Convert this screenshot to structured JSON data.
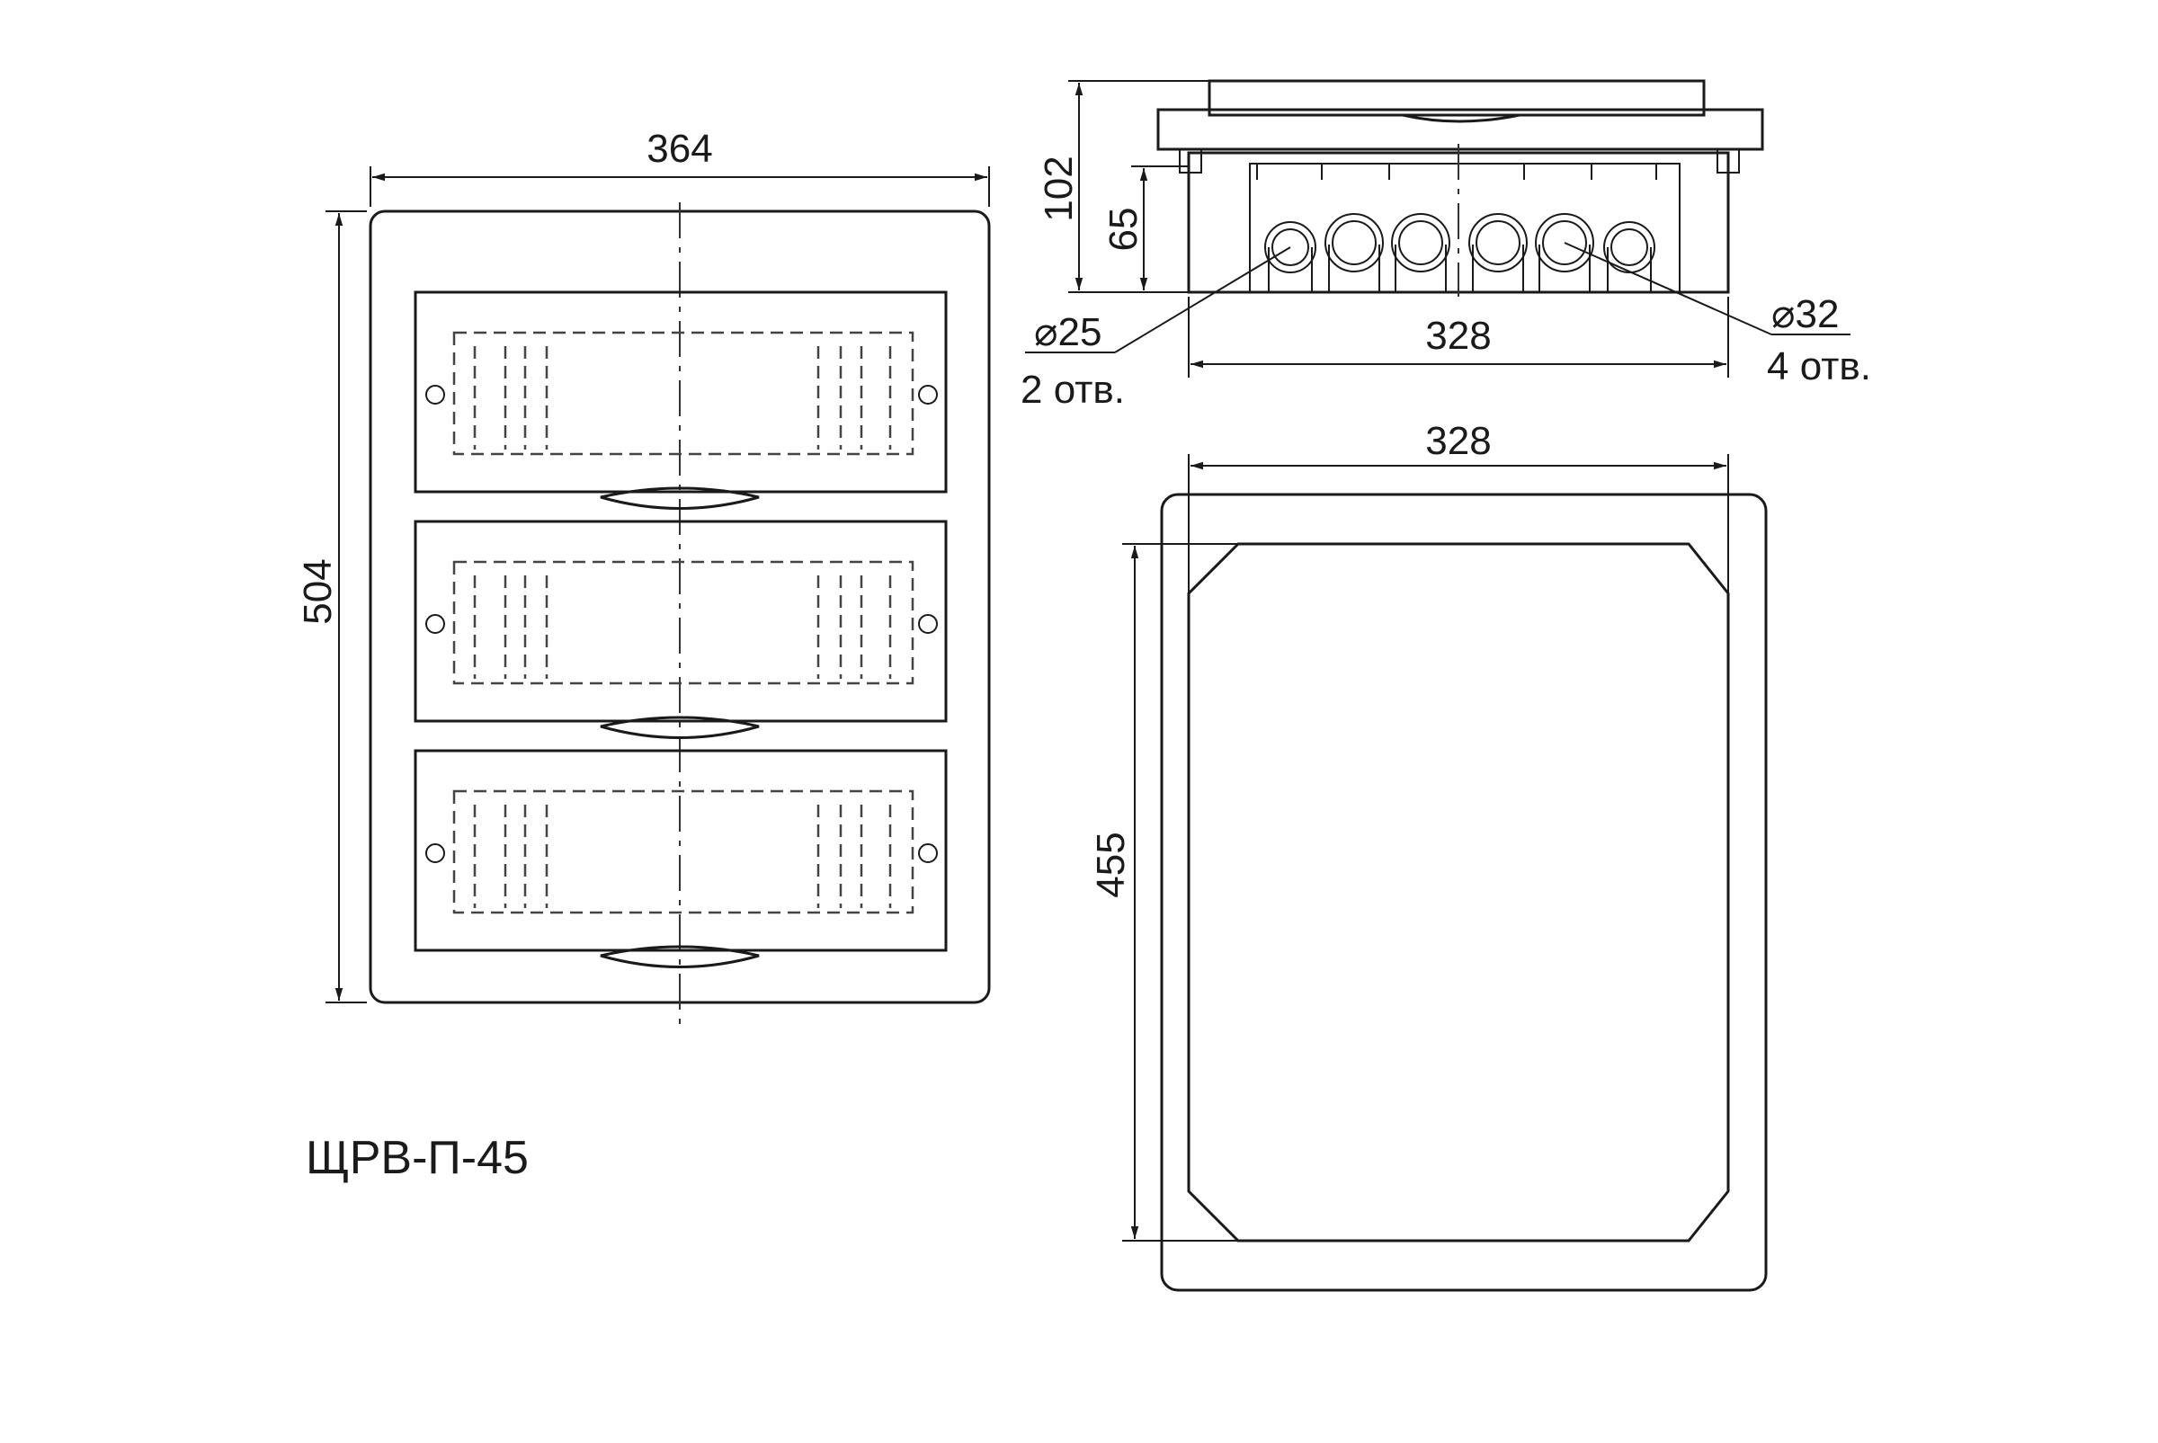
{
  "labels": {
    "front_width": "364",
    "front_height": "504",
    "side_depth_total": "102",
    "side_depth_box": "65",
    "side_width": "328",
    "hole_small_dia": "⌀25",
    "hole_small_count": "2 отв.",
    "hole_large_dia": "⌀32",
    "hole_large_count": "4 отв.",
    "back_width": "328",
    "back_height": "455",
    "model": "ЩРВ-П-45"
  }
}
